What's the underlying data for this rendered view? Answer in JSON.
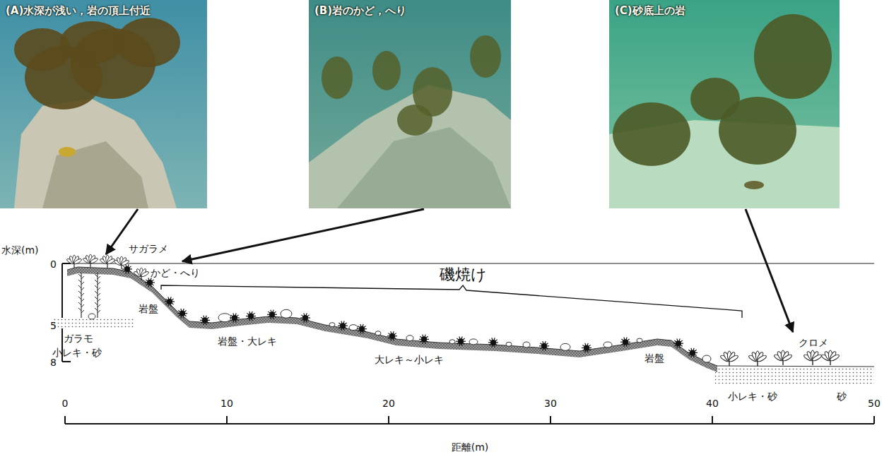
{
  "diagram": {
    "nodes": [
      {
        "text": [
          "(A)水深が浅い，岩の頂上付近"
        ]
      },
      {
        "text": [
          "(B)岩のかど，へり"
        ]
      },
      {
        "text": [
          "(C)砂底上の岩"
        ]
      }
    ],
    "labels": [
      "水深(m)",
      "0",
      "5",
      "8",
      "サガラメ",
      "かど・へり",
      "磯焼け",
      "岩盤",
      "ガラモ",
      "小レキ・砂",
      "岩盤・大レキ",
      "大レキ～小レキ",
      "岩盤",
      "クロメ",
      "小レキ・砂",
      "砂",
      "0",
      "10",
      "20",
      "30",
      "40",
      "50",
      "距離(m)"
    ]
  }
}
